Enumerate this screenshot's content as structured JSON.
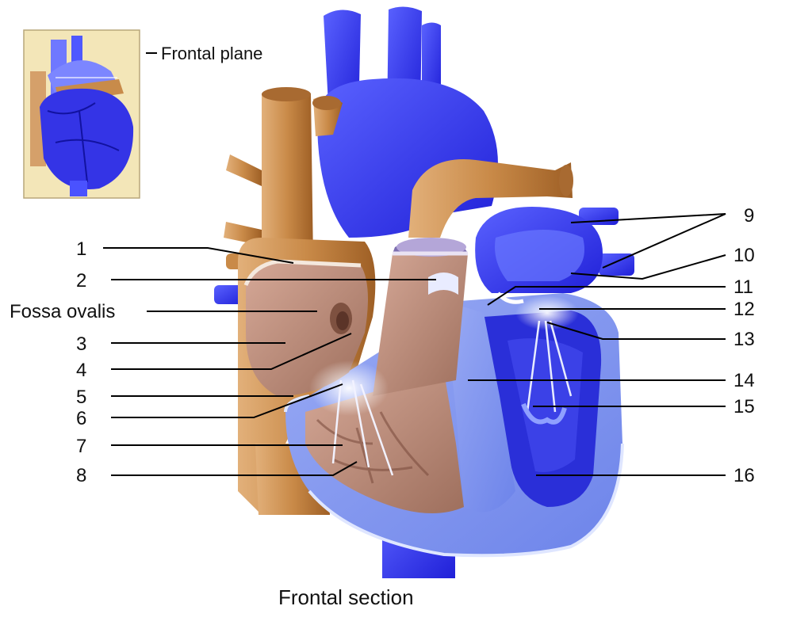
{
  "inset": {
    "plane_label": "Frontal plane"
  },
  "caption": "Frontal section",
  "labels": {
    "n1": "1",
    "n2": "2",
    "fossa": "Fossa ovalis",
    "n3": "3",
    "n4": "4",
    "n5": "5",
    "n6": "6",
    "n7": "7",
    "n8": "8",
    "n9": "9",
    "n10": "10",
    "n11": "11",
    "n12": "12",
    "n13": "13",
    "n14": "14",
    "n15": "15",
    "n16": "16"
  },
  "colors": {
    "vessel_blue": "#3a3df0",
    "vessel_orange": "#c8813a",
    "myocardium_light": "#7c93ee",
    "chamber_tan": "#b68a75",
    "inset_bg": "#f3e6b8",
    "leader": "#000000"
  }
}
